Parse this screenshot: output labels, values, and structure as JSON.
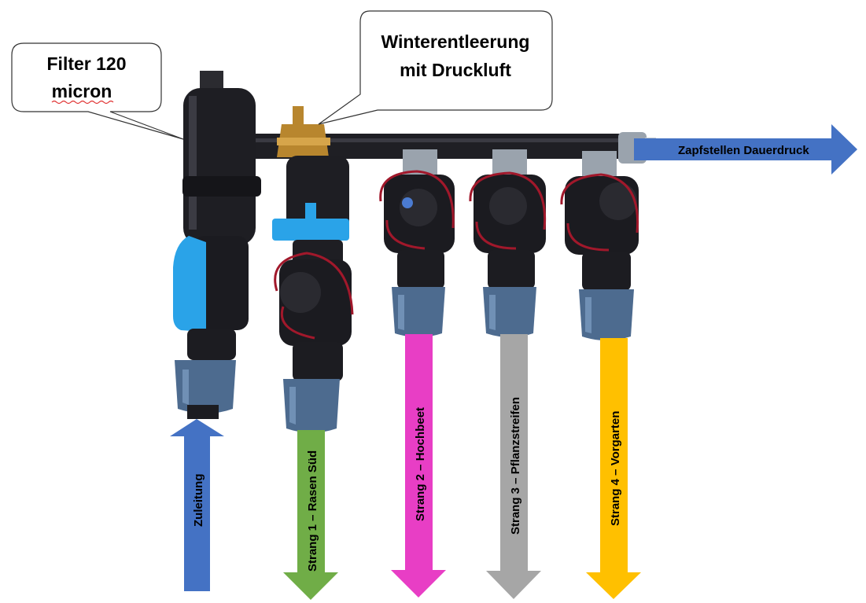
{
  "callouts": {
    "filter": {
      "line1": "Filter 120",
      "line2": "micron"
    },
    "winter": {
      "line1": "Winterentleerung",
      "line2": "mit Druckluft"
    }
  },
  "arrows": {
    "zapf": {
      "label": "Zapfstellen Dauerdruck",
      "color": "#4472c4"
    },
    "zu": {
      "label": "Zuleitung",
      "color": "#4472c4"
    },
    "s1": {
      "label": "Strang 1 – Rasen Süd",
      "color": "#70ad47"
    },
    "s2": {
      "label": "Strang 2 – Hochbeet",
      "color": "#e83ec5"
    },
    "s3": {
      "label": "Strang 3 – Pflanzstreifen",
      "color": "#a6a6a6"
    },
    "s4": {
      "label": "Strang 4 – Vorgarten",
      "color": "#ffc000"
    }
  },
  "colors": {
    "pipe": "#1f1f24",
    "fitting_blue": "#4d6b8f",
    "valve_handle": "#2aa3e8",
    "brass": "#b8862e",
    "grey_nut": "#9aa3ad",
    "wire_red": "#a1182b"
  }
}
